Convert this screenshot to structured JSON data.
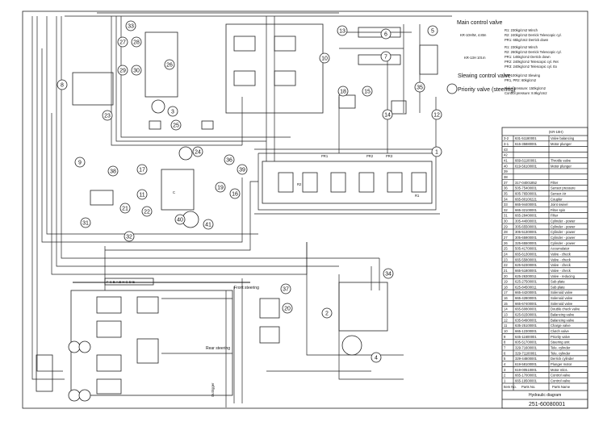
{
  "notes": {
    "main_title": "Main control valve",
    "kr10_model": "KR-10H/M, 4.8tm",
    "kr10_lines": [
      "R1: 230kg/cm2 Winch",
      "R2: 240kg/cm2 Derrick Telescopic cyl.",
      "PR1: 65kg/cm2 Derrick down"
    ],
    "kr13_model": "KR-13H 10t.m",
    "kr13_lines": [
      "R1: 230kg/cm2 Winch",
      "R2: 260kg/cm2 Derrick Telescopic cyl.",
      "PR1: 145kg/cm2 Derrick down",
      "PR2: 240kg/cm2 Telescopic cyl. Ret",
      "PR3: 240kg/cm2 Telescopic cyl. Ex"
    ],
    "slewing_title": "Slewing control valve",
    "slewing_lines": [
      "R1: 100kg/cm2 Slewing",
      "PR1, PR2: 60kg/cm2"
    ],
    "priority_title": "Priority valve (steering)",
    "priority_lines": [
      "Relief pressure: 150kg/cm2",
      "Control pressure: 8.9kg/cm2"
    ]
  },
  "labels": {
    "front_steering": "Front steering",
    "rear_steering": "Rear steering",
    "outrigger": "Outrigger",
    "pr1": "PR1",
    "pr2": "PR2",
    "pr3": "PR3",
    "r1": "R1",
    "r2": "R2",
    "c": "C",
    "block_ports": "F C B A B H G D E"
  },
  "callouts": [
    "1",
    "2",
    "3",
    "4",
    "5",
    "6",
    "7",
    "8",
    "9",
    "10",
    "11",
    "12",
    "13",
    "14",
    "15",
    "16",
    "17",
    "18",
    "19",
    "20",
    "21",
    "22",
    "23",
    "24",
    "25",
    "26",
    "27",
    "28",
    "29",
    "30",
    "31",
    "32",
    "33",
    "34",
    "35",
    "36",
    "37",
    "38",
    "39",
    "40",
    "41"
  ],
  "parts_table": {
    "model": "(KR-10H)",
    "rows": [
      [
        "3-2",
        "631-51180001",
        "Valve balancing"
      ],
      [
        "3-1",
        "615-35880001",
        "Motor plunger"
      ],
      [
        "43",
        "",
        ""
      ],
      [
        "42",
        "",
        ""
      ],
      [
        "41",
        "669-61100001",
        "Throttle valve"
      ],
      [
        "40",
        "619-56100001",
        "Motor plunger"
      ],
      [
        "39",
        "",
        ""
      ],
      [
        "38",
        "",
        ""
      ],
      [
        "37",
        "317-04001852",
        "Filter"
      ],
      [
        "36",
        "505-75400001",
        "Sensor pressure"
      ],
      [
        "35",
        "605-76500001",
        "Sensor Air"
      ],
      [
        "34",
        "665-80100221",
        "Coupler"
      ],
      [
        "33",
        "665-94400001",
        "Joint swivel"
      ],
      [
        "32",
        "665-32100001",
        "Filter spin"
      ],
      [
        "31",
        "665-28400001",
        "Filter"
      ],
      [
        "30",
        "305-44000001",
        "Cylinder - power"
      ],
      [
        "29",
        "305-65500001",
        "Cylinder - power"
      ],
      [
        "28",
        "305-51300001",
        "Cylinder - power"
      ],
      [
        "27",
        "305-65900001",
        "Cylinder - power"
      ],
      [
        "26",
        "325-65500001",
        "Cylinder - power"
      ],
      [
        "25",
        "505-41700001",
        "Accumulator"
      ],
      [
        "24",
        "665-61300001",
        "Valve - check"
      ],
      [
        "23",
        "665-55800001",
        "Valve - check"
      ],
      [
        "22",
        "625-52300001",
        "Valve - check"
      ],
      [
        "21",
        "665-51800001",
        "Valve - check"
      ],
      [
        "20",
        "625-26300011",
        "Valve - reducing"
      ],
      [
        "19",
        "625-27500001",
        "Sub plate"
      ],
      [
        "18",
        "625-84500011",
        "Sub plate"
      ],
      [
        "17",
        "665-44200001",
        "Solenoid valve"
      ],
      [
        "16",
        "665-42800001",
        "Solenoid valve"
      ],
      [
        "15",
        "665-67400001",
        "Solenoid valve"
      ],
      [
        "14",
        "665-60800001",
        "Double check valve"
      ],
      [
        "13",
        "625-61500001",
        "Balancing valve"
      ],
      [
        "12",
        "635-64900001",
        "Balancing valve"
      ],
      [
        "11",
        "635-25100001",
        "Charge valve"
      ],
      [
        "10",
        "665-12300001",
        "Clutch valve"
      ],
      [
        "9",
        "645-11600001",
        "Priority valve"
      ],
      [
        "8",
        "605-51700001",
        "Steering unit"
      ],
      [
        "7",
        "329-71600001",
        "Tele. cylinder"
      ],
      [
        "6",
        "329-71100001",
        "Tele. cylinder"
      ],
      [
        "5",
        "329-44800001",
        "Derrick cylinder"
      ],
      [
        "4",
        "619-58100001",
        "Plunger motor"
      ],
      [
        "3",
        "619-00510001",
        "Motor mlcs."
      ],
      [
        "2",
        "665-17000001",
        "Control valve"
      ],
      [
        "1",
        "665-19500001",
        "Control valve"
      ]
    ],
    "header_cols": [
      "Item No.",
      "Parts No.",
      "Parts Name"
    ],
    "drawing_title": "Hydraulic diagram",
    "drawing_number": "251-60080001"
  }
}
